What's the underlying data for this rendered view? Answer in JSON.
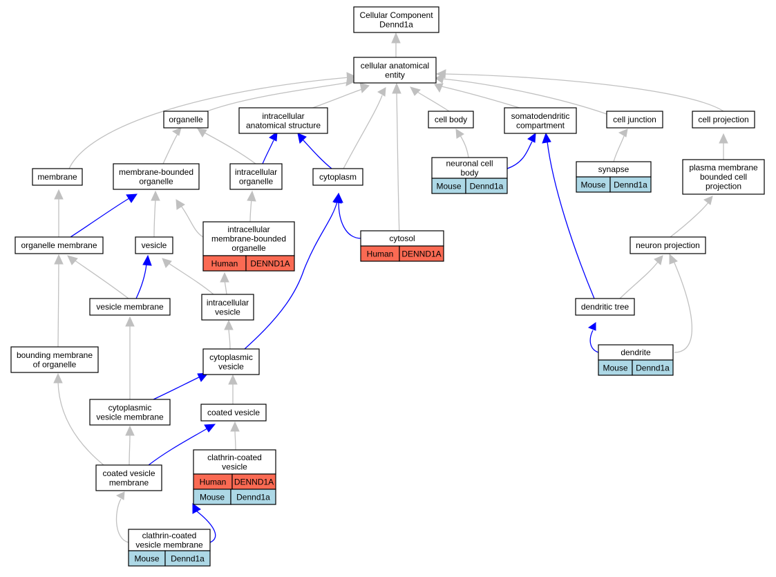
{
  "colors": {
    "human": "#fa6a53",
    "mouse": "#add8e6",
    "is_a_edge": "#c0c0c0",
    "part_of_edge": "#0000ff"
  },
  "nodes": [
    {
      "id": "root",
      "lines": [
        "Cellular Component",
        "Dennd1a"
      ]
    },
    {
      "id": "cae",
      "lines": [
        "cellular anatomical",
        "entity"
      ]
    },
    {
      "id": "organelle",
      "lines": [
        "organelle"
      ]
    },
    {
      "id": "ias",
      "lines": [
        "intracellular",
        "anatomical structure"
      ]
    },
    {
      "id": "cellbody",
      "lines": [
        "cell body"
      ]
    },
    {
      "id": "somato",
      "lines": [
        "somatodendritic",
        "compartment"
      ]
    },
    {
      "id": "celljunction",
      "lines": [
        "cell junction"
      ]
    },
    {
      "id": "cellproj",
      "lines": [
        "cell projection"
      ]
    },
    {
      "id": "membrane",
      "lines": [
        "membrane"
      ]
    },
    {
      "id": "mbo",
      "lines": [
        "membrane-bounded",
        "organelle"
      ]
    },
    {
      "id": "io",
      "lines": [
        "intracellular",
        "organelle"
      ]
    },
    {
      "id": "cytoplasm",
      "lines": [
        "cytoplasm"
      ]
    },
    {
      "id": "ncb",
      "lines": [
        "neuronal cell",
        "body"
      ],
      "ann": [
        [
          "Mouse",
          "Dennd1a"
        ]
      ]
    },
    {
      "id": "synapse",
      "lines": [
        "synapse"
      ],
      "ann": [
        [
          "Mouse",
          "Dennd1a"
        ]
      ]
    },
    {
      "id": "pmbcp",
      "lines": [
        "plasma membrane",
        "bounded cell",
        "projection"
      ]
    },
    {
      "id": "orgmem",
      "lines": [
        "organelle membrane"
      ]
    },
    {
      "id": "vesicle",
      "lines": [
        "vesicle"
      ]
    },
    {
      "id": "imbo",
      "lines": [
        "intracellular",
        "membrane-bounded",
        "organelle"
      ],
      "ann": [
        [
          "Human",
          "DENND1A"
        ]
      ]
    },
    {
      "id": "cytosol",
      "lines": [
        "cytosol"
      ],
      "ann": [
        [
          "Human",
          "DENND1A"
        ]
      ]
    },
    {
      "id": "neuronproj",
      "lines": [
        "neuron projection"
      ]
    },
    {
      "id": "vesmem",
      "lines": [
        "vesicle membrane"
      ]
    },
    {
      "id": "iv",
      "lines": [
        "intracellular",
        "vesicle"
      ]
    },
    {
      "id": "dtree",
      "lines": [
        "dendritic tree"
      ]
    },
    {
      "id": "dendrite",
      "lines": [
        "dendrite"
      ],
      "ann": [
        [
          "Mouse",
          "Dennd1a"
        ]
      ]
    },
    {
      "id": "bmo",
      "lines": [
        "bounding membrane",
        "of organelle"
      ]
    },
    {
      "id": "cv",
      "lines": [
        "cytoplasmic",
        "vesicle"
      ]
    },
    {
      "id": "cvm",
      "lines": [
        "cytoplasmic",
        "vesicle membrane"
      ]
    },
    {
      "id": "coatedv",
      "lines": [
        "coated vesicle"
      ]
    },
    {
      "id": "ccv",
      "lines": [
        "clathrin-coated",
        "vesicle"
      ],
      "ann": [
        [
          "Human",
          "DENND1A"
        ],
        [
          "Mouse",
          "Dennd1a"
        ]
      ]
    },
    {
      "id": "coatedvm",
      "lines": [
        "coated vesicle",
        "membrane"
      ]
    },
    {
      "id": "ccvm",
      "lines": [
        "clathrin-coated",
        "vesicle membrane"
      ],
      "ann": [
        [
          "Mouse",
          "Dennd1a"
        ]
      ]
    }
  ]
}
